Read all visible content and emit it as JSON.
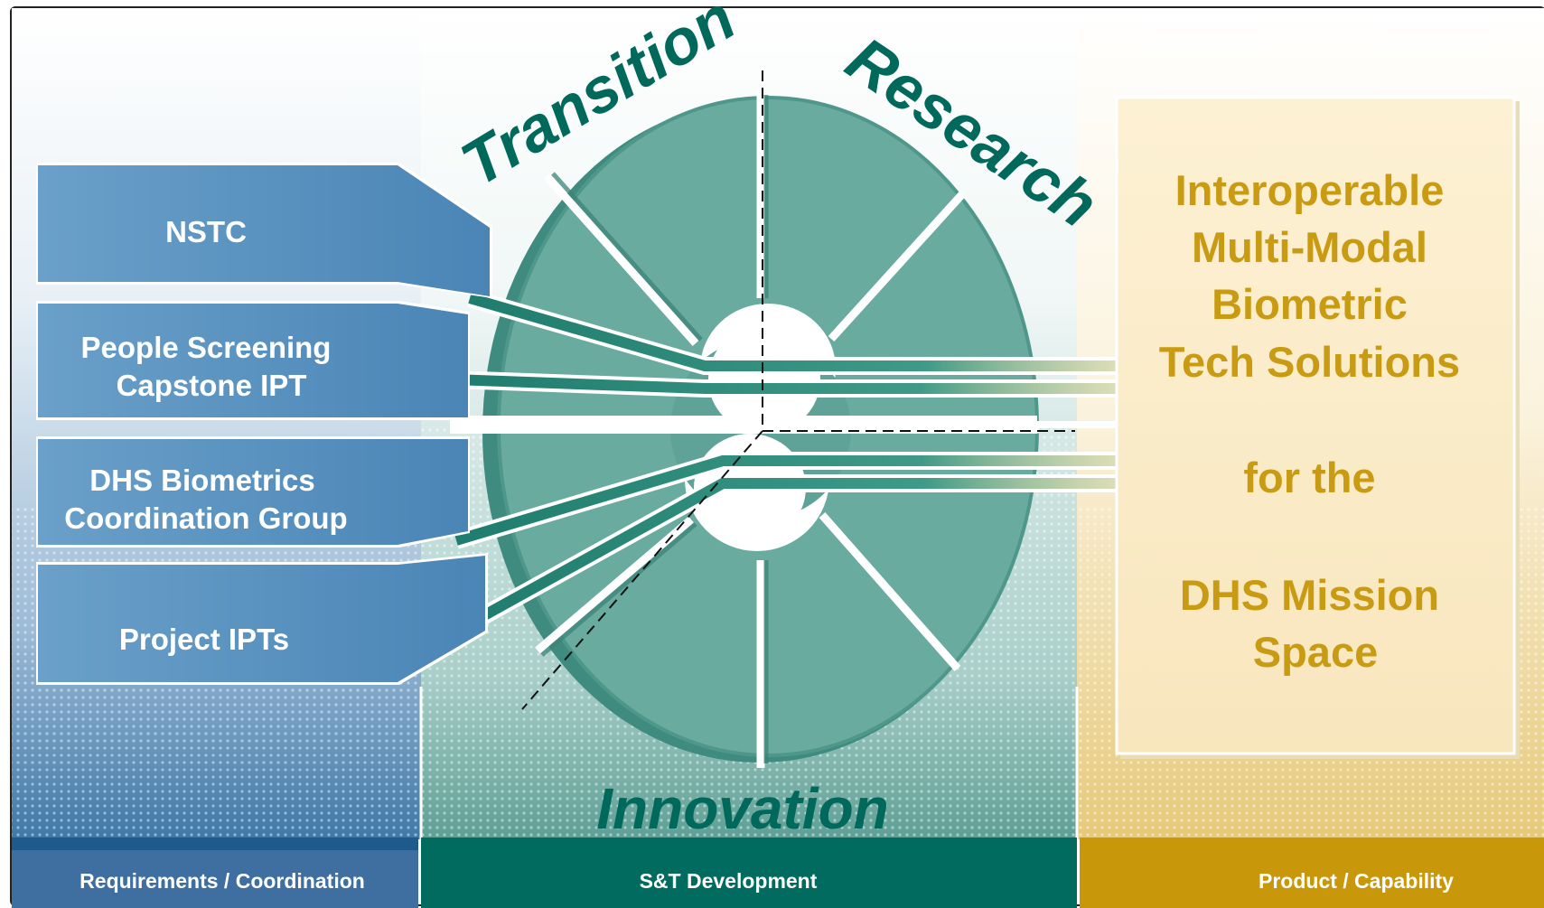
{
  "cycle_labels": {
    "transition": "Transition",
    "research": "Research",
    "innovation": "Innovation"
  },
  "left_boxes": [
    {
      "lines": [
        "NSTC"
      ]
    },
    {
      "lines": [
        "People Screening",
        "Capstone IPT"
      ]
    },
    {
      "lines": [
        "DHS Biometrics",
        "Coordination Group"
      ]
    },
    {
      "lines": [
        "Project IPTs"
      ]
    }
  ],
  "result_box": {
    "lines": [
      "Interoperable",
      "Multi-Modal",
      "Biometric",
      "Tech Solutions",
      "",
      "for the",
      "",
      "DHS Mission",
      "Space"
    ]
  },
  "footer": {
    "left": "Requirements / Coordination",
    "middle": "S&T Development",
    "right": "Product / Capability"
  },
  "colors": {
    "blue": "#3f78a8",
    "teal": "#6aab9f",
    "teal_dark": "#00695c",
    "gold": "#c9980a",
    "gold_text": "#c89b12",
    "cream": "#fbecc9"
  }
}
